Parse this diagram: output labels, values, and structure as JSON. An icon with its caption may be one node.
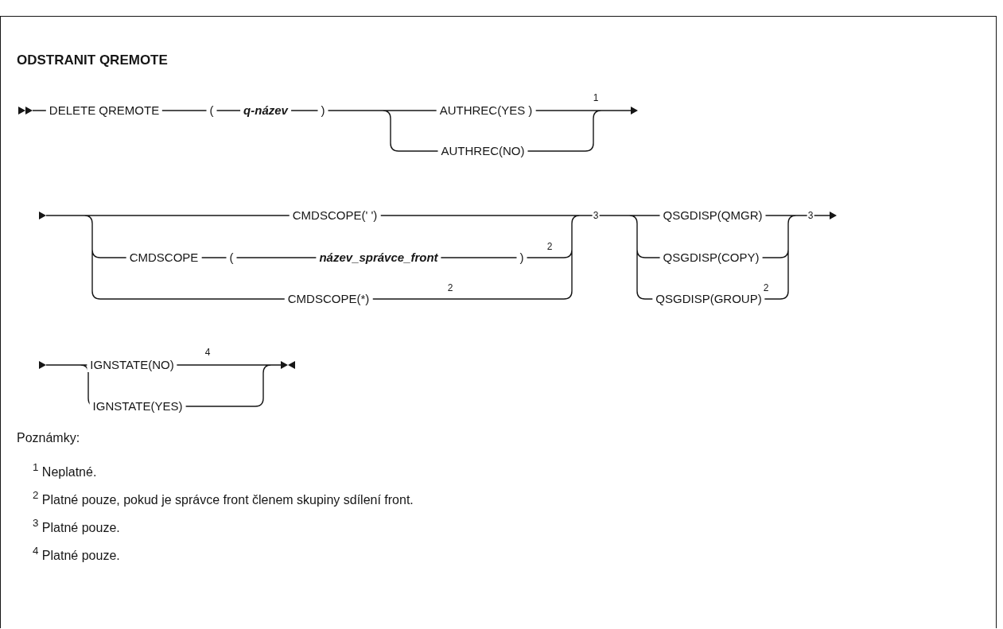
{
  "diagram": {
    "title": "ODSTRANIT QREMOTE",
    "labels": [
      "DELETE QREMOTE",
      "(",
      "q-název",
      ")",
      "AUTHREC(YES )",
      "1",
      "AUTHREC(NO)",
      "CMDSCOPE(' ')",
      "QSGDISP(QMGR)",
      "3",
      "3",
      "CMDSCOPE",
      "(",
      "název_správce_front",
      ")",
      "2",
      "QSGDISP(COPY)",
      "CMDSCOPE(*)",
      "2",
      "QSGDISP(GROUP)",
      "2",
      "IGNSTATE(NO)",
      "4",
      "IGNSTATE(YES)",
      "Poznámky:",
      "$^{1}$ Neplatné.",
      "$^{2}$ Platné pouze, pokud je správce front členem skupiny sdílení front.",
      "$^{3}$ Platné pouze.",
      "$^{4}$ Platné pouze."
    ]
  }
}
